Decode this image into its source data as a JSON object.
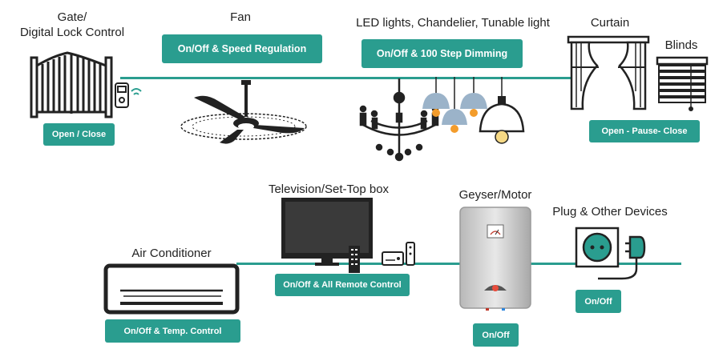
{
  "colors": {
    "accent": "#2a9d8f",
    "text": "#222222",
    "icon": "#222222"
  },
  "devices": {
    "gate": {
      "title_line1": "Gate/",
      "title_line2": "Digital Lock Control",
      "badge": "Open / Close",
      "icon": "gate-icon"
    },
    "fan": {
      "title": "Fan",
      "badge": "On/Off & Speed Regulation",
      "icon": "ceiling-fan-icon"
    },
    "lights": {
      "title": "LED lights, Chandelier, Tunable light",
      "badge": "On/Off & 100 Step Dimming",
      "icon": "chandelier-icon"
    },
    "curtain": {
      "title": "Curtain",
      "icon": "curtain-icon"
    },
    "blinds": {
      "title": "Blinds",
      "badge": "Open - Pause- Close",
      "icon": "blinds-icon"
    },
    "ac": {
      "title": "Air Conditioner",
      "badge": "On/Off & Temp. Control",
      "icon": "air-conditioner-icon"
    },
    "tv": {
      "title": "Television/Set-Top box",
      "badge": "On/Off & All Remote Control",
      "icon": "television-icon"
    },
    "geyser": {
      "title": "Geyser/Motor",
      "badge": "On/Off",
      "icon": "water-heater-icon"
    },
    "plug": {
      "title": "Plug & Other Devices",
      "badge": "On/Off",
      "icon": "power-plug-icon"
    }
  }
}
